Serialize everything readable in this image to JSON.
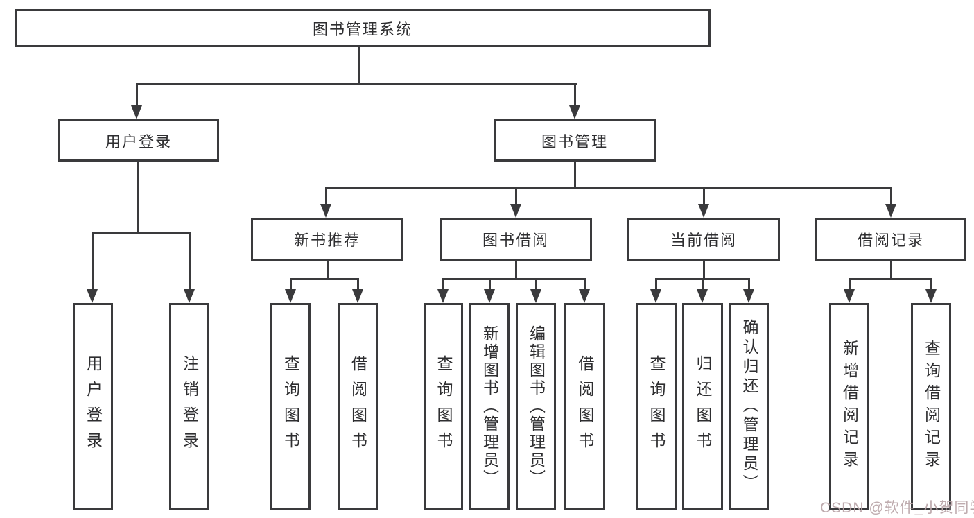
{
  "tree": {
    "label": "图书管理系统",
    "children": [
      {
        "label": "用户登录",
        "children": [
          {
            "label": "用户登录"
          },
          {
            "label": "注销登录"
          }
        ]
      },
      {
        "label": "图书管理",
        "children": [
          {
            "label": "新书推荐",
            "children": [
              {
                "label": "查询图书"
              },
              {
                "label": "借阅图书"
              }
            ]
          },
          {
            "label": "图书借阅",
            "children": [
              {
                "label": "查询图书"
              },
              {
                "label": "新增图书（管理员）"
              },
              {
                "label": "编辑图书（管理员）"
              },
              {
                "label": "借阅图书"
              }
            ]
          },
          {
            "label": "当前借阅",
            "children": [
              {
                "label": "查询图书"
              },
              {
                "label": "归还图书"
              },
              {
                "label": "确认归还（管理员）"
              }
            ]
          },
          {
            "label": "借阅记录",
            "children": [
              {
                "label": "新增借阅记录"
              },
              {
                "label": "查询借阅记录"
              }
            ]
          }
        ]
      }
    ]
  },
  "watermark": {
    "text": "CSDN @软件_小贺同学"
  },
  "colors": {
    "line": "#3a3a3c",
    "box_border": "#3a3a3c",
    "text": "#2e2e30",
    "background": "#ffffff",
    "watermark": "#baa6aa"
  }
}
